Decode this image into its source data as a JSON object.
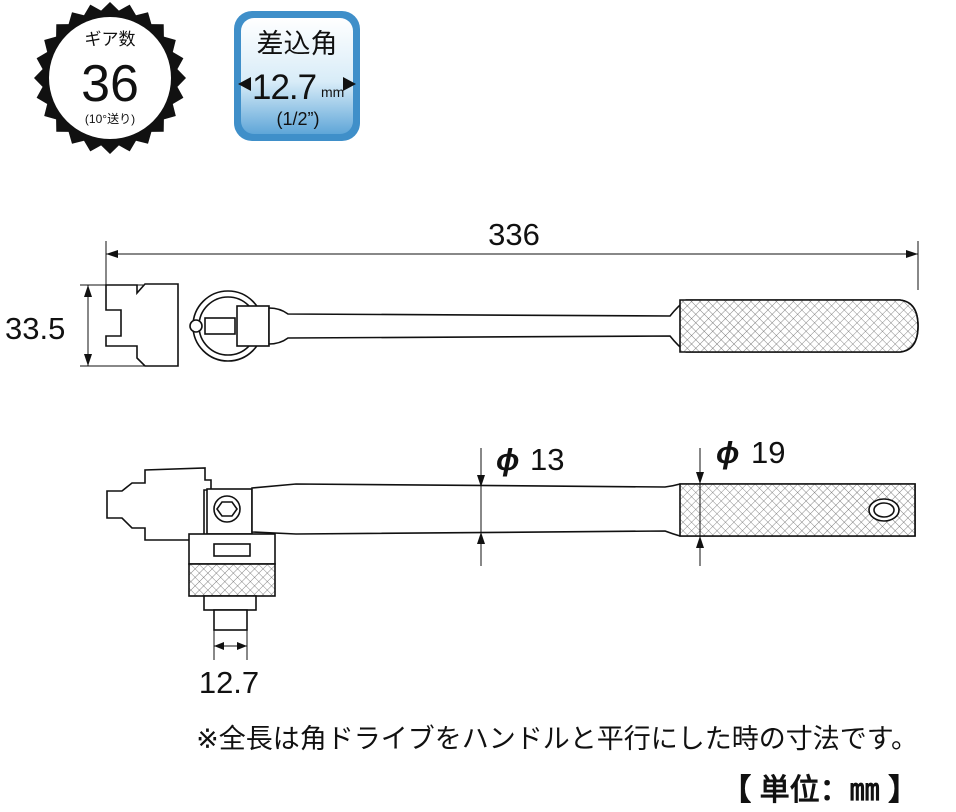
{
  "gear_badge": {
    "label": "ギア数",
    "value": "36",
    "sub": "(10°送り)"
  },
  "drive_badge": {
    "label": "差込角",
    "value": "12.7",
    "unit": "mm",
    "sub": "(1/2”)"
  },
  "dimensions": {
    "overall_length": "336",
    "head_width": "33.5",
    "shaft_diameter_symbol": "ϕ",
    "shaft_diameter": "13",
    "grip_diameter_symbol": "ϕ",
    "grip_diameter": "19",
    "drive_size": "12.7"
  },
  "note": "※全長は角ドライブをハンドルと平行にした時の寸法です。",
  "unit_label": "【 単位：㎜ 】",
  "colors": {
    "badge_blue": "#3f8fc9",
    "badge_light": "#d8ecf8",
    "ink": "#111111"
  }
}
